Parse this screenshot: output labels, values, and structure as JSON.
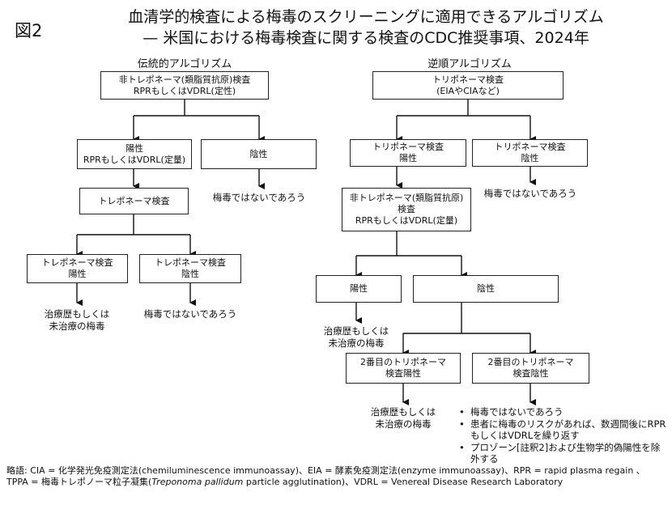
{
  "figure_label": "図2",
  "title": {
    "line1": "血清学的検査による梅毒のスクリーニングに適用できるアルゴリズム",
    "line2": "— 米国における梅毒検査に関する検査のCDC推奨事項、2024年"
  },
  "traditional": {
    "heading": "伝統的アルゴリズム",
    "start_l1": "非トレポネーマ(類脂質抗原)検査",
    "start_l2": "RPRもしくはVDRL(定性)",
    "pos_l1": "陽性",
    "pos_l2": "RPRもしくはVDRL(定量)",
    "neg": "陰性",
    "neg_result": "梅毒ではないであろう",
    "trep_test": "トレポネーマ検査",
    "trep_pos_l1": "トレポネーマ検査",
    "trep_pos_l2": "陽性",
    "trep_neg_l1": "トレポネーマ検査",
    "trep_neg_l2": "陰性",
    "treated_l1": "治療歴もしくは",
    "treated_l2": "未治療の梅毒",
    "trep_neg_result": "梅毒ではないであろう"
  },
  "reverse": {
    "heading": "逆順アルゴリズム",
    "start_l1": "トリポネーマ検査",
    "start_l2": "(EIAやCIAなど)",
    "trep_pos_l1": "トリポネーマ検査",
    "trep_pos_l2": "陽性",
    "trep_neg_l1": "トリポネーマ検査",
    "trep_neg_l2": "陰性",
    "trep_neg_result": "梅毒ではないであろう",
    "nontrep_l1": "非トレポネーマ(類脂質抗原)",
    "nontrep_l2": "検査",
    "nontrep_l3": "RPRもしくはVDRL(定量)",
    "pos": "陽性",
    "neg": "陰性",
    "treated_l1": "治療歴もしくは",
    "treated_l2": "未治療の梅毒",
    "second_pos_l1": "2番目のトリポネーマ",
    "second_pos_l2": "検査陽性",
    "second_neg_l1": "2番目のトリポネーマ",
    "second_neg_l2": "検査陰性",
    "second_treated_l1": "治療歴もしくは",
    "second_treated_l2": "未治療の梅毒",
    "bullets": [
      "梅毒ではないであろう",
      "患者に梅毒のリスクがあれば、数週間後にRPRもしくはVDRLを繰り返す",
      "プロゾーン[註釈2]および生物学的偽陽性を除外する"
    ]
  },
  "footnote": {
    "part1": "略語: CIA = 化学発光免疫測定法(chemiluminescence immunoassay)、EIA = 酵素免疫測定法(enzyme immunoassay)、RPR = rapid plasma regain 、TPPA = 梅毒トレポノーマ粒子凝集(",
    "italic": "Treponoma pallidum",
    "part2": " particle agglutination)、VDRL = Venereal Disease Research Laboratory"
  }
}
